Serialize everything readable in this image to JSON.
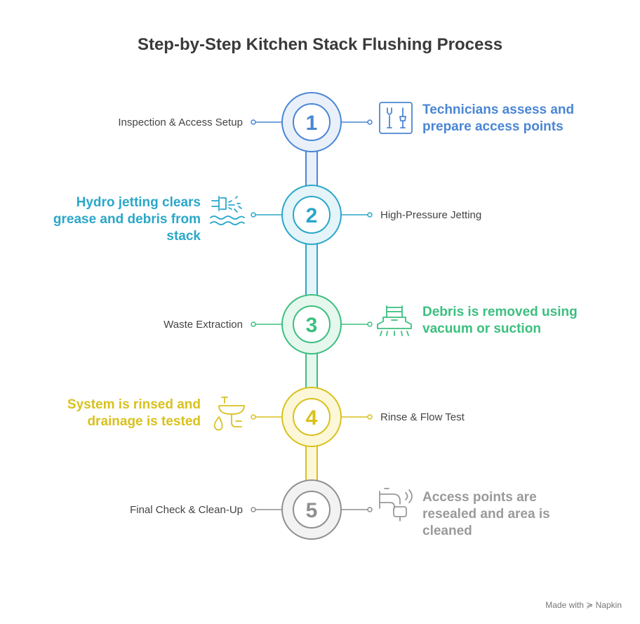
{
  "title": "Step-by-Step Kitchen Stack Flushing Process",
  "steps": [
    {
      "number": "1",
      "label": "Inspection & Access Setup",
      "description": "Technicians assess and prepare access points",
      "color": "#4a86d4",
      "fill": "#e9f0fa",
      "icon": "tools-icon"
    },
    {
      "number": "2",
      "label": "High-Pressure Jetting",
      "description": "Hydro jetting clears grease and debris from stack",
      "color": "#2aa7c9",
      "fill": "#e4f4f8",
      "icon": "water-jet-icon"
    },
    {
      "number": "3",
      "label": "Waste Extraction",
      "description": "Debris is removed using vacuum or suction",
      "color": "#3cbf7f",
      "fill": "#e6f7ee",
      "icon": "vacuum-icon"
    },
    {
      "number": "4",
      "label": "Rinse & Flow Test",
      "description": "System is rinsed and drainage is tested",
      "color": "#d9c11d",
      "fill": "#fbf7d8",
      "icon": "sink-icon"
    },
    {
      "number": "5",
      "label": "Final Check & Clean-Up",
      "description": "Access points are resealed and area is cleaned",
      "color": "#8f8f8f",
      "fill": "#f2f2f2",
      "icon": "faucet-icon"
    }
  ],
  "footer": "Made with ≽ Napkin"
}
